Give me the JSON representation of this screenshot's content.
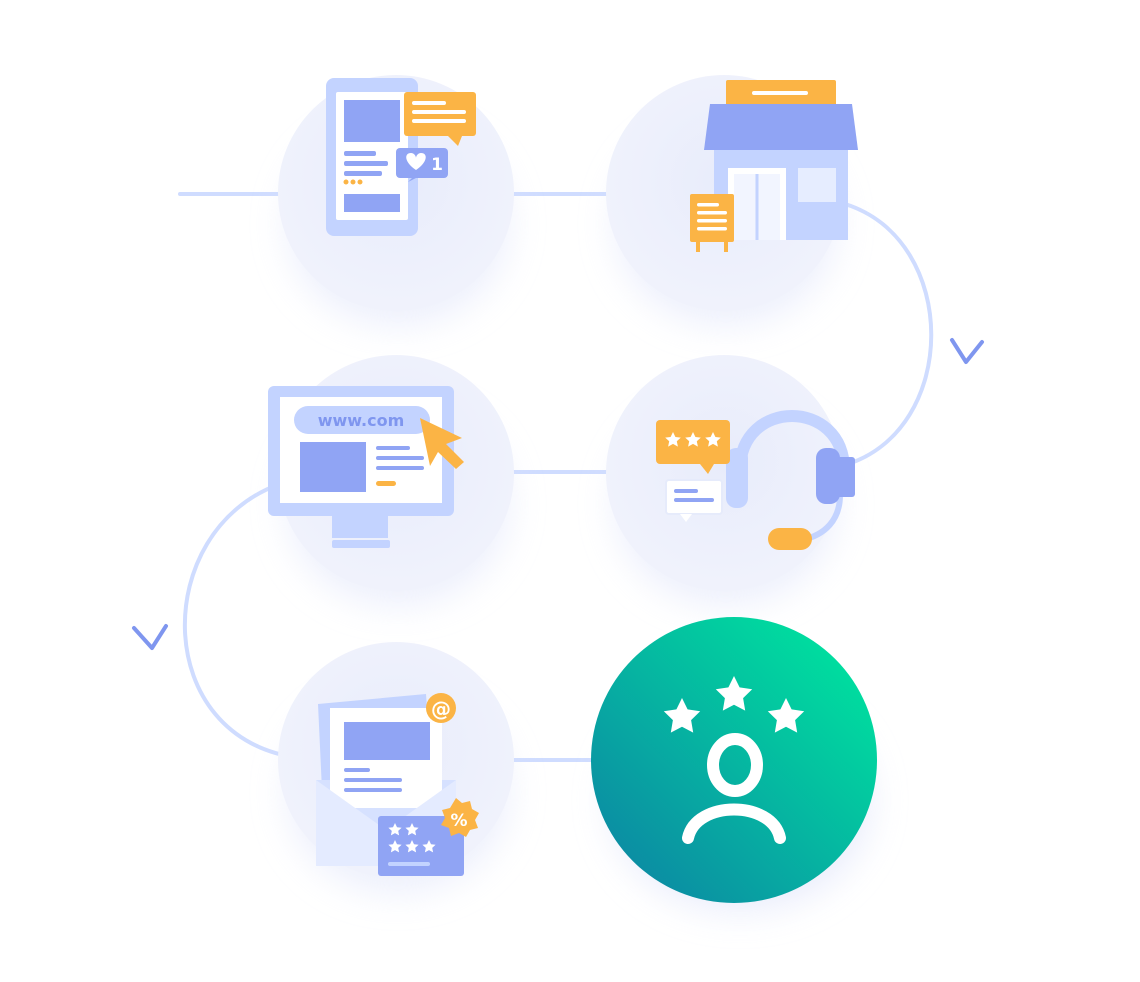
{
  "colors": {
    "background": "#ffffff",
    "connector": "#cfdcff",
    "circle": "#eef1fb",
    "primary_blue": "#90a4f4",
    "light_blue": "#c3d3ff",
    "deep_blue": "#7f96ef",
    "orange": "#fbb445",
    "orange_light": "#fde7bf",
    "teal_start": "#0b8fa3",
    "teal_end": "#00dc9f",
    "white": "#ffffff"
  },
  "steps": [
    {
      "id": "social-media",
      "icon": "phone-social-icon",
      "like_count": "1"
    },
    {
      "id": "store",
      "icon": "storefront-icon"
    },
    {
      "id": "website",
      "icon": "monitor-website-icon",
      "url_text": "www.com"
    },
    {
      "id": "support",
      "icon": "headset-support-icon"
    },
    {
      "id": "email",
      "icon": "email-offer-icon",
      "at_symbol": "@",
      "discount_symbol": "%"
    },
    {
      "id": "customer",
      "icon": "customer-rating-icon",
      "highlight": true
    }
  ]
}
